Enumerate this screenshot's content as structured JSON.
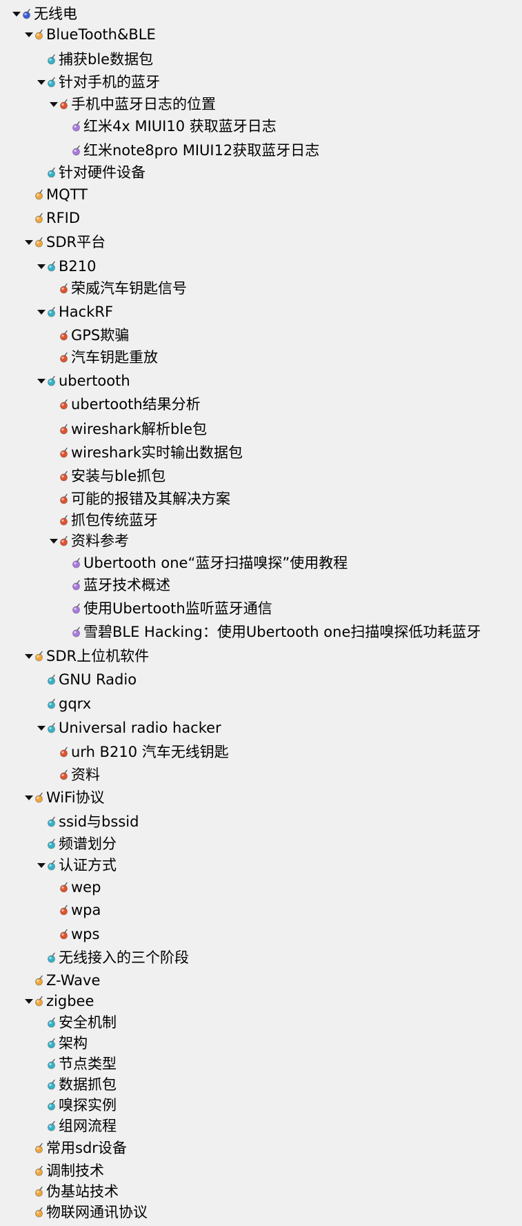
{
  "colors": {
    "root": "#3d5bd6",
    "level1": "#f0a63a",
    "level2": "#35b2c8",
    "level3": "#e0532d",
    "level4": "#a878e0"
  },
  "icons": {
    "expanded": "triangle-down-icon",
    "bullet": "mindmap-topic-bullet-icon"
  },
  "tree": [
    {
      "label": "无线电",
      "level": 0,
      "expanded": true,
      "color": "root"
    },
    {
      "label": "BlueTooth&BLE",
      "level": 1,
      "expanded": true,
      "color": "level1"
    },
    {
      "label": "捕获ble数据包",
      "level": 2,
      "expanded": false,
      "color": "level2"
    },
    {
      "label": "针对手机的蓝牙",
      "level": 2,
      "expanded": true,
      "color": "level2"
    },
    {
      "label": "手机中蓝牙日志的位置",
      "level": 3,
      "expanded": true,
      "color": "level3"
    },
    {
      "label": "红米4x MIUI10 获取蓝牙日志",
      "level": 4,
      "expanded": false,
      "color": "level4"
    },
    {
      "label": "红米note8pro MIUI12获取蓝牙日志",
      "level": 4,
      "expanded": false,
      "color": "level4"
    },
    {
      "label": "针对硬件设备",
      "level": 2,
      "expanded": false,
      "color": "level2"
    },
    {
      "label": "MQTT",
      "level": 1,
      "expanded": false,
      "color": "level1"
    },
    {
      "label": "RFID",
      "level": 1,
      "expanded": false,
      "color": "level1"
    },
    {
      "label": "SDR平台",
      "level": 1,
      "expanded": true,
      "color": "level1"
    },
    {
      "label": "B210",
      "level": 2,
      "expanded": true,
      "color": "level2"
    },
    {
      "label": "荣威汽车钥匙信号",
      "level": 3,
      "expanded": false,
      "color": "level3"
    },
    {
      "label": "HackRF",
      "level": 2,
      "expanded": true,
      "color": "level2"
    },
    {
      "label": "GPS欺骗",
      "level": 3,
      "expanded": false,
      "color": "level3"
    },
    {
      "label": "汽车钥匙重放",
      "level": 3,
      "expanded": false,
      "color": "level3"
    },
    {
      "label": "ubertooth",
      "level": 2,
      "expanded": true,
      "color": "level2"
    },
    {
      "label": "ubertooth结果分析",
      "level": 3,
      "expanded": false,
      "color": "level3"
    },
    {
      "label": "wireshark解析ble包",
      "level": 3,
      "expanded": false,
      "color": "level3"
    },
    {
      "label": "wireshark实时输出数据包",
      "level": 3,
      "expanded": false,
      "color": "level3"
    },
    {
      "label": "安装与ble抓包",
      "level": 3,
      "expanded": false,
      "color": "level3"
    },
    {
      "label": "可能的报错及其解决方案",
      "level": 3,
      "expanded": false,
      "color": "level3"
    },
    {
      "label": "抓包传统蓝牙",
      "level": 3,
      "expanded": false,
      "color": "level3"
    },
    {
      "label": "资料参考",
      "level": 3,
      "expanded": true,
      "color": "level3"
    },
    {
      "label": "Ubertooth one“蓝牙扫描嗅探”使用教程",
      "level": 4,
      "expanded": false,
      "color": "level4"
    },
    {
      "label": "蓝牙技术概述",
      "level": 4,
      "expanded": false,
      "color": "level4"
    },
    {
      "label": "使用Ubertooth监听蓝牙通信",
      "level": 4,
      "expanded": false,
      "color": "level4"
    },
    {
      "label": "雪碧BLE Hacking：使用Ubertooth one扫描嗅探低功耗蓝牙",
      "level": 4,
      "expanded": false,
      "color": "level4"
    },
    {
      "label": "SDR上位机软件",
      "level": 1,
      "expanded": true,
      "color": "level1"
    },
    {
      "label": "GNU Radio",
      "level": 2,
      "expanded": false,
      "color": "level2"
    },
    {
      "label": "gqrx",
      "level": 2,
      "expanded": false,
      "color": "level2"
    },
    {
      "label": "Universal radio hacker",
      "level": 2,
      "expanded": true,
      "color": "level2"
    },
    {
      "label": "urh B210 汽车无线钥匙",
      "level": 3,
      "expanded": false,
      "color": "level3"
    },
    {
      "label": "资料",
      "level": 3,
      "expanded": false,
      "color": "level3"
    },
    {
      "label": "WiFi协议",
      "level": 1,
      "expanded": true,
      "color": "level1"
    },
    {
      "label": "ssid与bssid",
      "level": 2,
      "expanded": false,
      "color": "level2"
    },
    {
      "label": "频谱划分",
      "level": 2,
      "expanded": false,
      "color": "level2"
    },
    {
      "label": "认证方式",
      "level": 2,
      "expanded": true,
      "color": "level2"
    },
    {
      "label": "wep",
      "level": 3,
      "expanded": false,
      "color": "level3"
    },
    {
      "label": "wpa",
      "level": 3,
      "expanded": false,
      "color": "level3"
    },
    {
      "label": "wps",
      "level": 3,
      "expanded": false,
      "color": "level3"
    },
    {
      "label": "无线接入的三个阶段",
      "level": 2,
      "expanded": false,
      "color": "level2"
    },
    {
      "label": "Z-Wave",
      "level": 1,
      "expanded": false,
      "color": "level1"
    },
    {
      "label": "zigbee",
      "level": 1,
      "expanded": true,
      "color": "level1"
    },
    {
      "label": "安全机制",
      "level": 2,
      "expanded": false,
      "color": "level2"
    },
    {
      "label": "架构",
      "level": 2,
      "expanded": false,
      "color": "level2"
    },
    {
      "label": "节点类型",
      "level": 2,
      "expanded": false,
      "color": "level2"
    },
    {
      "label": "数据抓包",
      "level": 2,
      "expanded": false,
      "color": "level2"
    },
    {
      "label": "嗅探实例",
      "level": 2,
      "expanded": false,
      "color": "level2"
    },
    {
      "label": "组网流程",
      "level": 2,
      "expanded": false,
      "color": "level2"
    },
    {
      "label": "常用sdr设备",
      "level": 1,
      "expanded": false,
      "color": "level1"
    },
    {
      "label": "调制技术",
      "level": 1,
      "expanded": false,
      "color": "level1"
    },
    {
      "label": "伪基站技术",
      "level": 1,
      "expanded": false,
      "color": "level1"
    },
    {
      "label": "物联网通讯协议",
      "level": 1,
      "expanded": false,
      "color": "level1"
    }
  ]
}
